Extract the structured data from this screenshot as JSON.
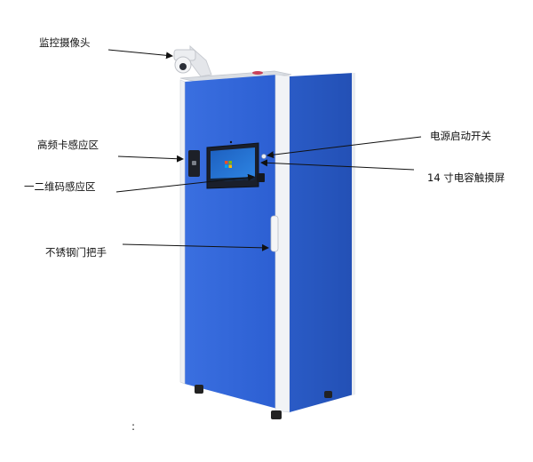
{
  "labels": {
    "camera": "监控摄像头",
    "rfid": "高频卡感应区",
    "qr": "一二维码感应区",
    "handle": "不锈钢门把手",
    "power": "电源启动开关",
    "screen": "14 寸电容触摸屏"
  },
  "stray_mark": ":",
  "colors": {
    "cabinet_blue": "#2f62d6",
    "cabinet_side": "#2552b8",
    "frame_white": "#f1f3f6",
    "screen_dark": "#1a1f2b",
    "screen_desktop": "#1f6fd0"
  }
}
